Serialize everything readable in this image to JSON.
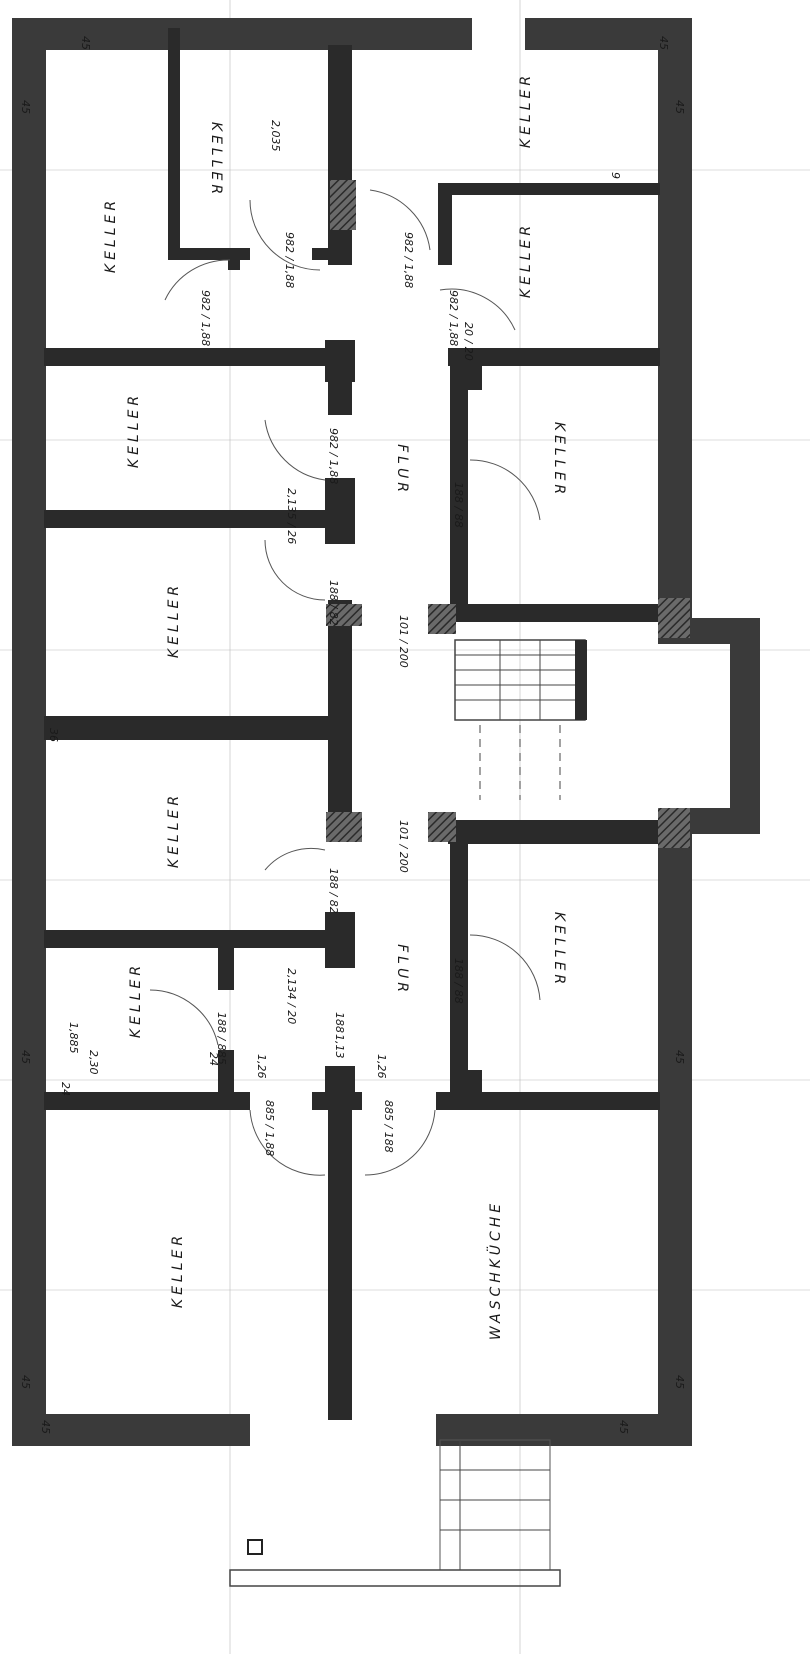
{
  "rooms": {
    "keller_top_left": "KELLER",
    "keller_top_small": "KELLER",
    "keller_top_right": "KELLER",
    "keller_right_2": "KELLER",
    "keller_left_2": "KELLER",
    "keller_right_3": "KELLER",
    "keller_left_3": "KELLER",
    "keller_left_4": "KELLER",
    "keller_right_4": "KELLER",
    "keller_small_bottom": "KELLER",
    "keller_bottom_left": "KELLER",
    "waschkueche": "WASCHKÜCHE",
    "flur_upper": "FLUR",
    "flur_lower": "FLUR"
  },
  "dimensions": {
    "d_45_tl": "45",
    "d_45_tl2": "45",
    "d_45_tr": "45",
    "d_45_tr2": "45",
    "d_2035": "2,035",
    "d_982_188_a": "982 / 1,88",
    "d_982_188_b": "982 / 1,88",
    "d_982_188_c": "982 / 1,88",
    "d_982_188_d": "982 / 1,88",
    "d_982_188_e": "982 / 1,88",
    "d_188_a": "188 / 88",
    "d_188_b": "188 / 88",
    "d_2135_26": "2,135 / 26",
    "d_188_82_a": "188 / 82",
    "d_101_200_a": "101 / 200",
    "d_101_200_b": "101 / 200",
    "d_188_82_b": "188 / 82",
    "d_2134_20": "2,134 / 20",
    "d_188_c": "188 / 885",
    "d_188_d": "188",
    "d_113": "1,13",
    "d_1885": "1,885",
    "d_230": "2,30",
    "d_24_a": "24",
    "d_24_b": "24",
    "d_126_a": "1,26",
    "d_126_b": "1,26",
    "d_885_188_a": "885 / 1,88",
    "d_885_188_b": "885 / 188",
    "d_45_bl": "45",
    "d_45_bl2": "45",
    "d_45_br": "45",
    "d_45_br2": "45",
    "d_45_mid_l": "45",
    "d_45_mid_r": "45",
    "d_36": "36",
    "d_9": "9",
    "d_20_20": "20 / 20"
  }
}
